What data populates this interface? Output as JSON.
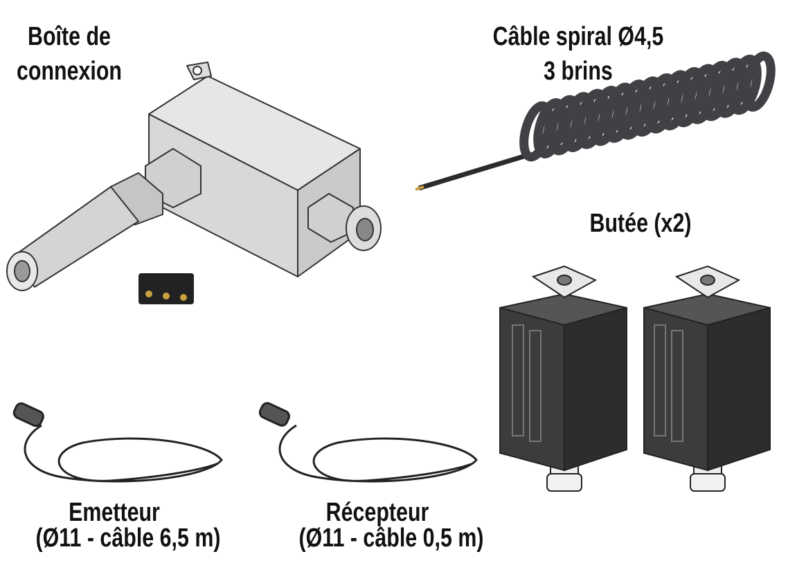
{
  "labels": {
    "junction_box": [
      "Boîte de",
      "connexion"
    ],
    "spiral_cable": [
      "Câble spiral Ø4,5",
      "3 brins"
    ],
    "stop": "Butée (x2)",
    "emitter": [
      "Emetteur",
      "(Ø11 - câble 6,5 m)"
    ],
    "receiver": [
      "Récepteur",
      "(Ø11 - câble 0,5 m)"
    ]
  }
}
